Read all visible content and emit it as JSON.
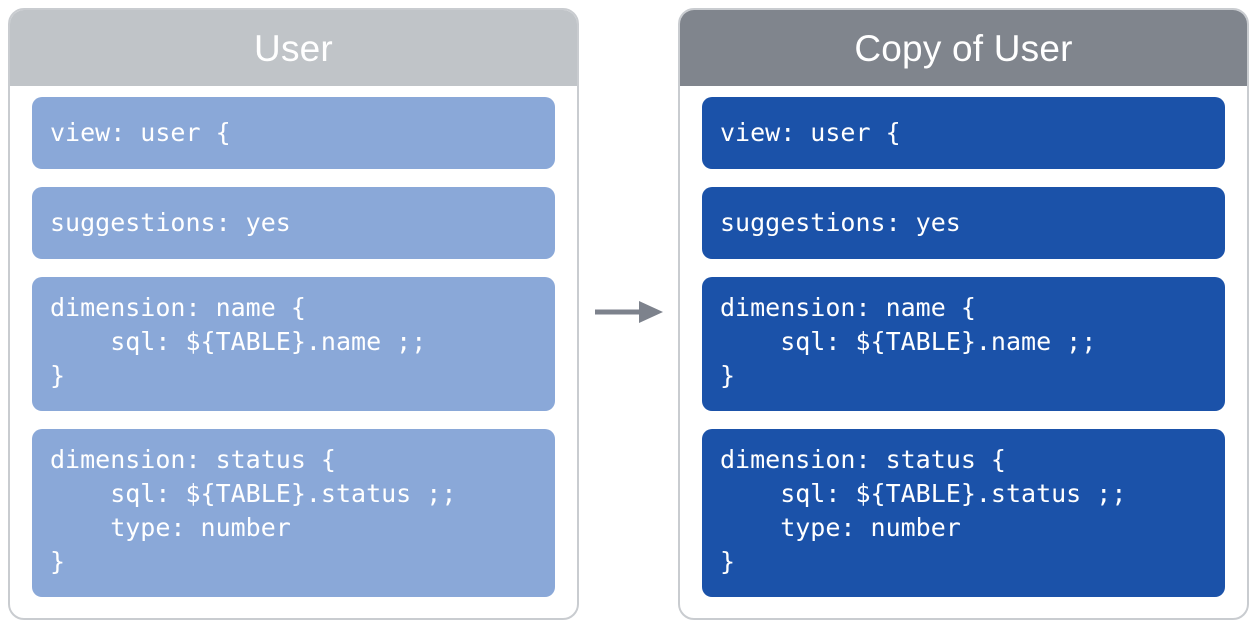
{
  "diagram": {
    "type": "copy-transformation",
    "arrow": {
      "name": "copy-arrow",
      "direction": "right",
      "color": "#7d828c"
    },
    "colors": {
      "source_header": "#c0c4c8",
      "copy_header": "#80858d",
      "source_block": "#8aa8d8",
      "copy_block": "#1b52a9",
      "panel_border": "#c9ccd0",
      "code_text": "#ffffff",
      "title_text": "#ffffff"
    }
  },
  "panels": [
    {
      "id": "source",
      "title": "User",
      "blocks": [
        {
          "id": "view",
          "code": "view: user {"
        },
        {
          "id": "suggestions",
          "code": "suggestions: yes"
        },
        {
          "id": "dimension-name",
          "code": "dimension: name {\n    sql: ${TABLE}.name ;;\n}"
        },
        {
          "id": "dimension-status",
          "code": "dimension: status {\n    sql: ${TABLE}.status ;;\n    type: number\n}"
        }
      ]
    },
    {
      "id": "copy",
      "title": "Copy of User",
      "blocks": [
        {
          "id": "view",
          "code": "view: user {"
        },
        {
          "id": "suggestions",
          "code": "suggestions: yes"
        },
        {
          "id": "dimension-name",
          "code": "dimension: name {\n    sql: ${TABLE}.name ;;\n}"
        },
        {
          "id": "dimension-status",
          "code": "dimension: status {\n    sql: ${TABLE}.status ;;\n    type: number\n}"
        }
      ]
    }
  ]
}
